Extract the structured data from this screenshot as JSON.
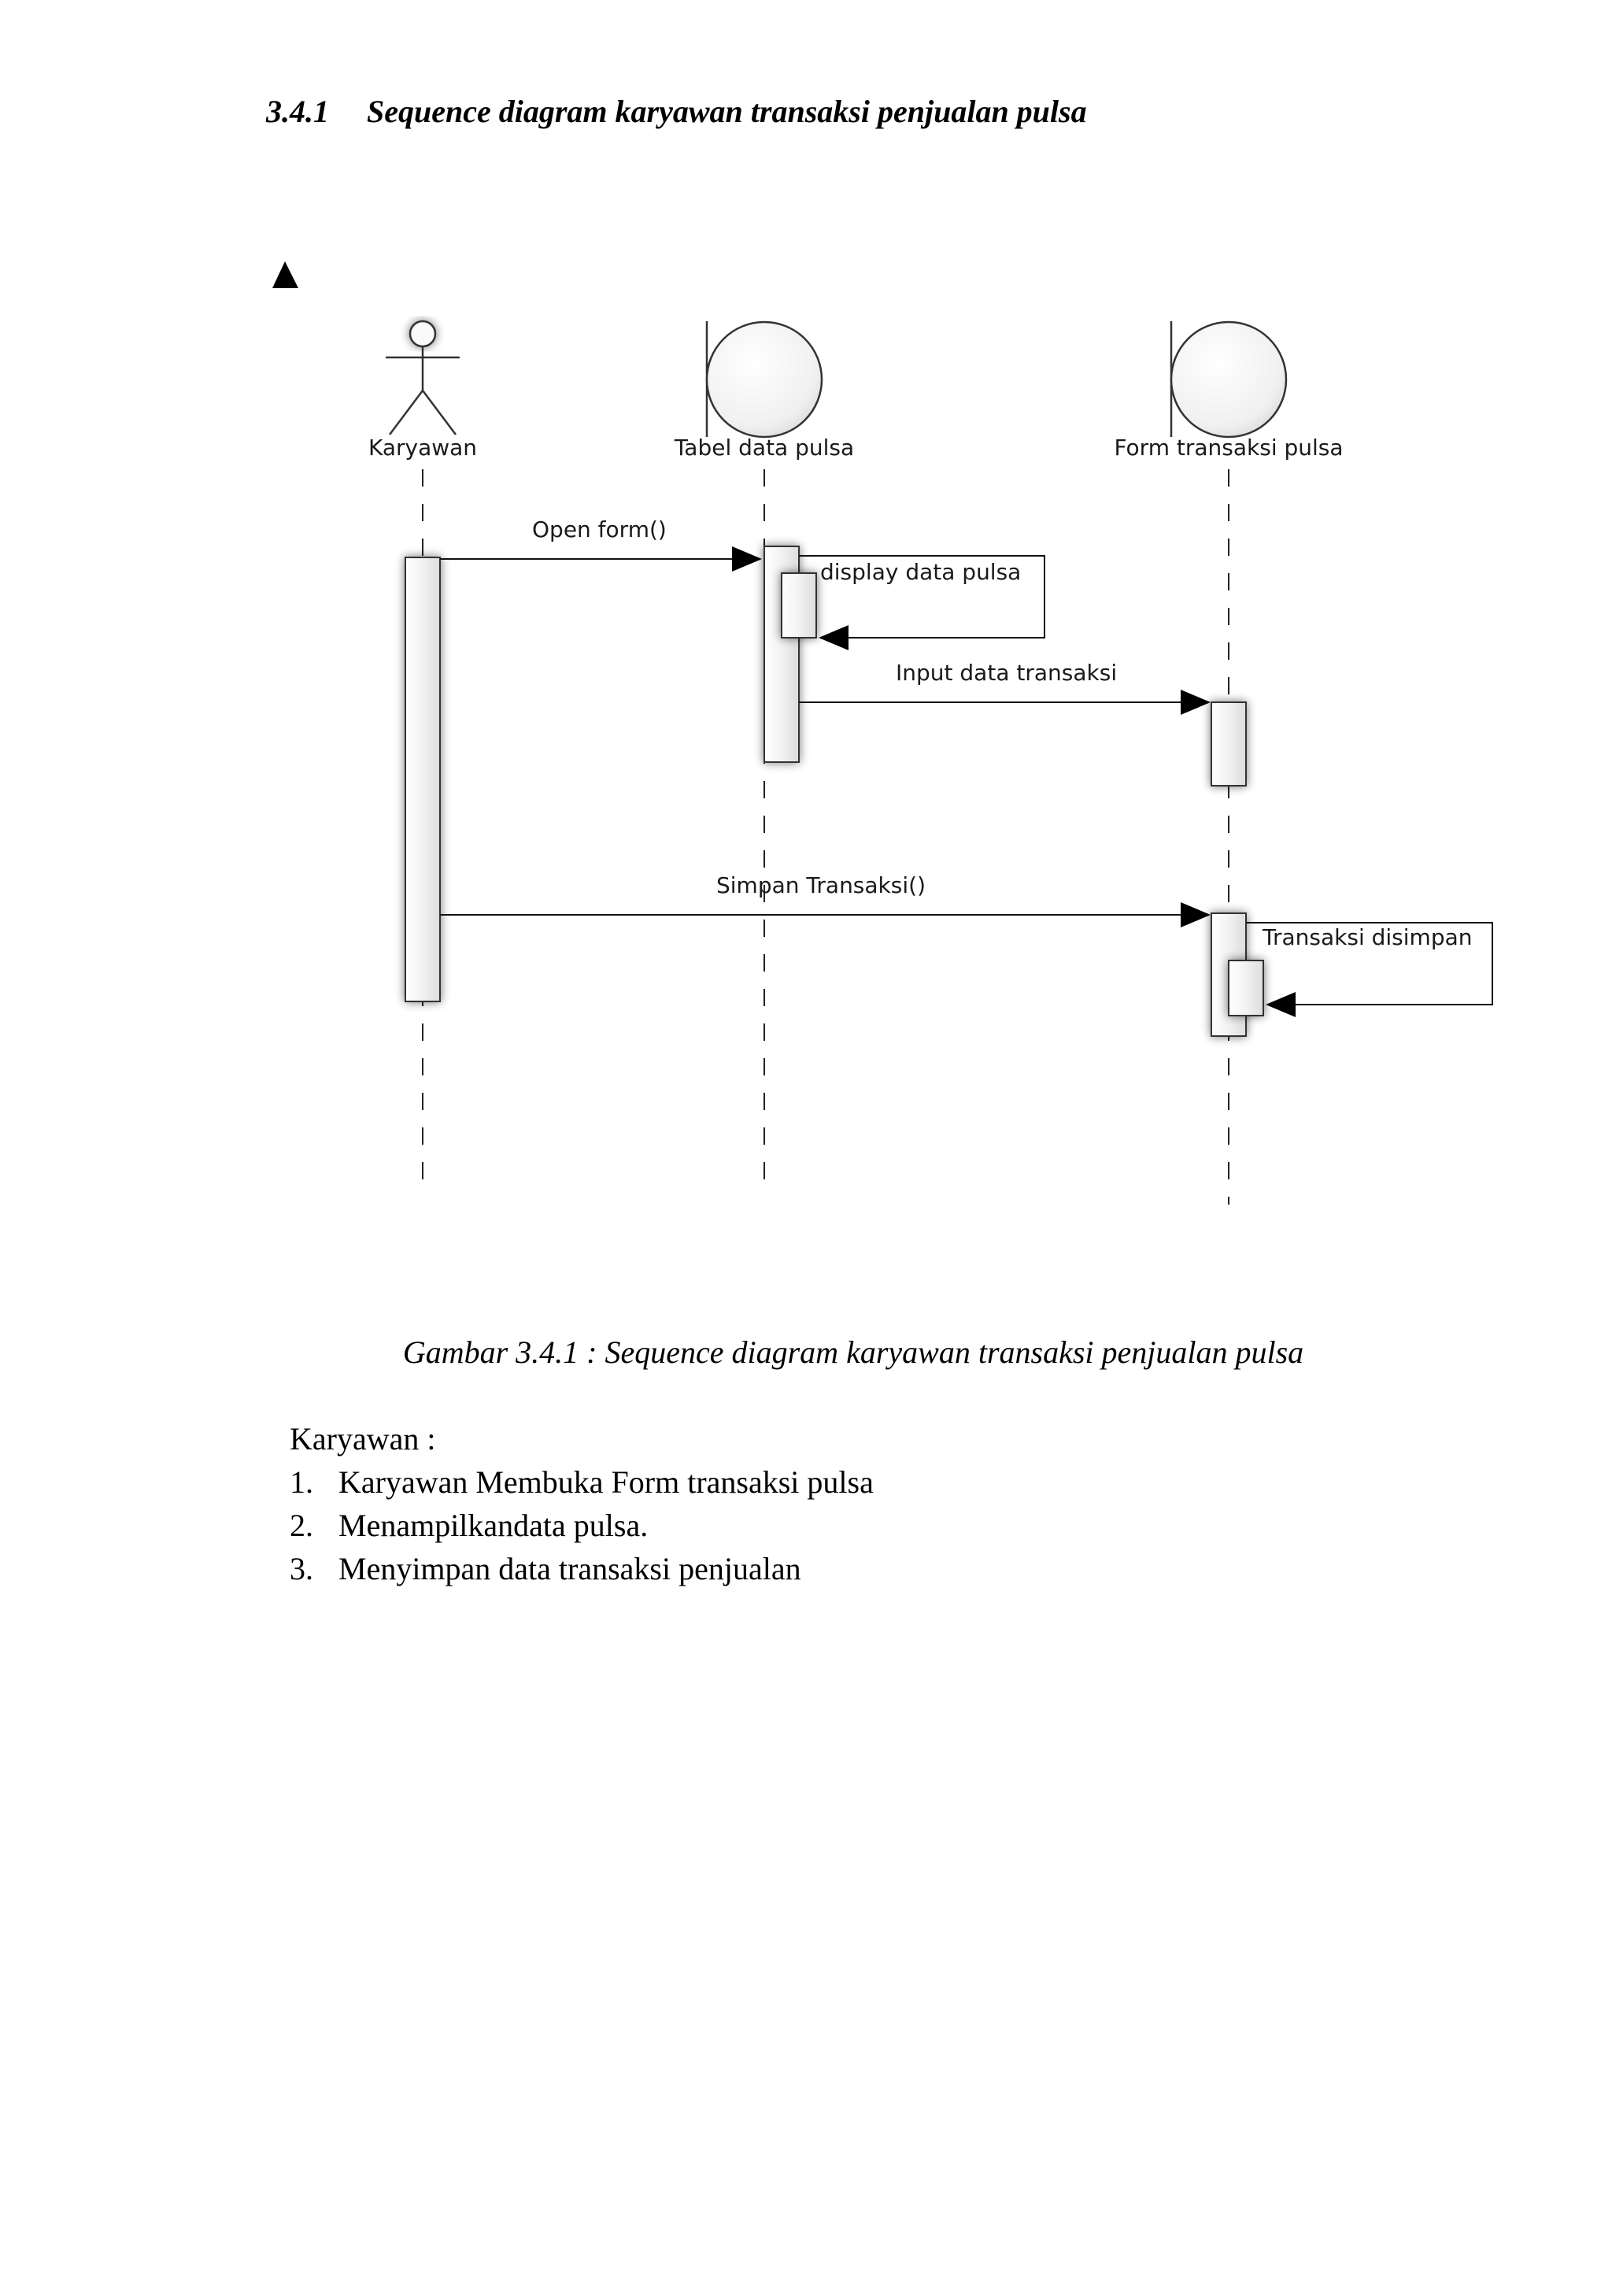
{
  "heading": {
    "number": "3.4.1",
    "title": "Sequence diagram karyawan transaksi penjualan pulsa"
  },
  "diagram": {
    "lifelines": [
      {
        "label": "Karyawan",
        "kind": "actor"
      },
      {
        "label": "Tabel data pulsa",
        "kind": "boundary"
      },
      {
        "label": "Form transaksi pulsa",
        "kind": "boundary"
      }
    ],
    "messages": [
      {
        "label": "Open form()",
        "from": 0,
        "to": 1
      },
      {
        "label": "display data pulsa",
        "from": 1,
        "to": 1
      },
      {
        "label": "Input data transaksi",
        "from": 1,
        "to": 2
      },
      {
        "label": "Simpan Transaksi()",
        "from": 0,
        "to": 2
      },
      {
        "label": "Transaksi disimpan",
        "from": 2,
        "to": 2
      }
    ]
  },
  "caption": "Gambar 3.4.1 : Sequence diagram karyawan transaksi penjualan pulsa",
  "body": {
    "intro": "Karyawan :",
    "items": [
      {
        "num": "1.",
        "text": "Karyawan Membuka Form transaksi pulsa"
      },
      {
        "num": "2.",
        "text": "Menampilkandata pulsa."
      },
      {
        "num": "3.",
        "text": "Menyimpan data transaksi penjualan"
      }
    ]
  }
}
